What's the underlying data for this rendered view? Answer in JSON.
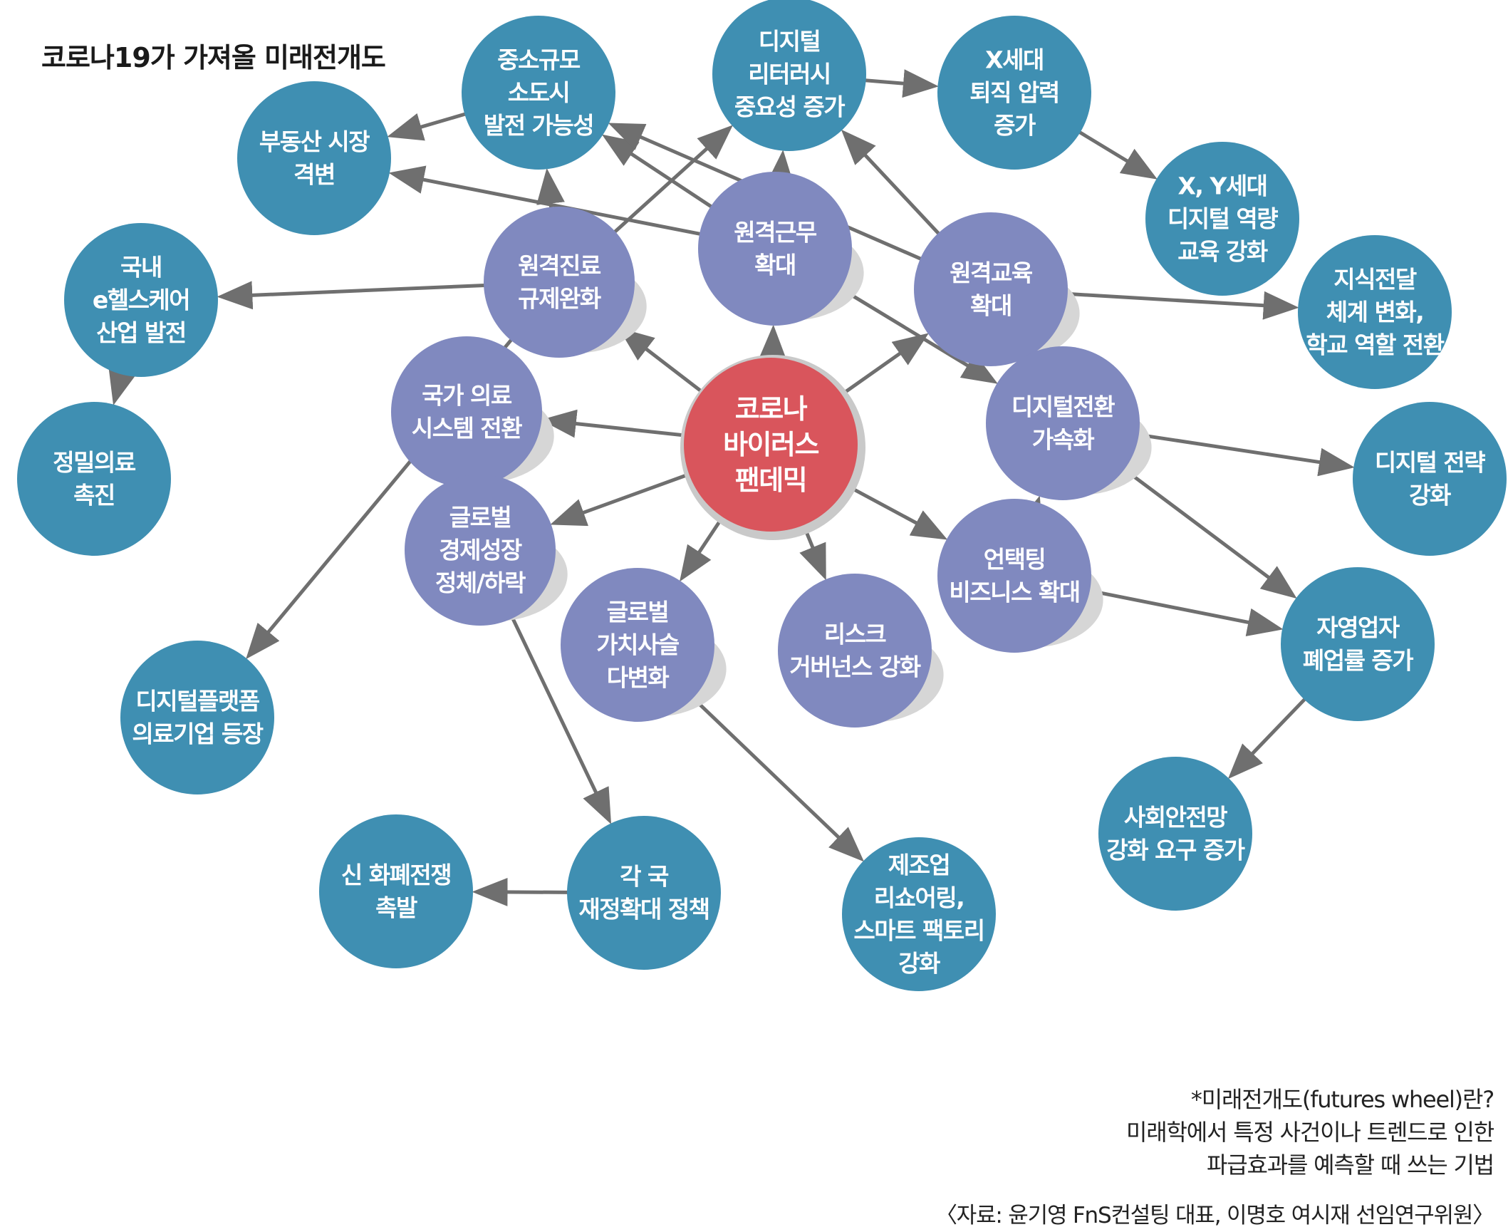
{
  "title": "코로나19가 가져올 미래전개도",
  "colors": {
    "outer_node": "#3f8fb2",
    "inner_node": "#8089bf",
    "center_node": "#d9555c",
    "arrow": "#6f6f6f",
    "node_text": "#ffffff"
  },
  "nodes": {
    "center": {
      "type": "center",
      "lines": [
        "코로나",
        "바이러스",
        "팬데믹"
      ]
    },
    "remote_medical": {
      "type": "inner",
      "lines": [
        "원격진료",
        "규제완화"
      ]
    },
    "remote_work": {
      "type": "inner",
      "lines": [
        "원격근무",
        "확대"
      ]
    },
    "remote_edu": {
      "type": "inner",
      "lines": [
        "원격교육",
        "확대"
      ]
    },
    "national_medical": {
      "type": "inner",
      "lines": [
        "국가 의료",
        "시스템 전환"
      ]
    },
    "global_econ": {
      "type": "inner",
      "lines": [
        "글로벌",
        "경제성장",
        "정체/하락"
      ]
    },
    "global_value": {
      "type": "inner",
      "lines": [
        "글로벌",
        "가치사슬",
        "다변화"
      ]
    },
    "risk_gov": {
      "type": "inner",
      "lines": [
        "리스크",
        "거버넌스 강화"
      ]
    },
    "untact": {
      "type": "inner",
      "lines": [
        "언택팅",
        "비즈니스 확대"
      ]
    },
    "digital_transform": {
      "type": "inner",
      "lines": [
        "디지털전환",
        "가속화"
      ]
    },
    "realestate": {
      "type": "outer",
      "lines": [
        "부동산 시장",
        "격변"
      ]
    },
    "small_city": {
      "type": "outer",
      "lines": [
        "중소규모",
        "소도시",
        "발전 가능성"
      ]
    },
    "digital_literacy": {
      "type": "outer",
      "lines": [
        "디지털",
        "리터러시",
        "중요성 증가"
      ]
    },
    "gen_x": {
      "type": "outer",
      "lines": [
        "X세대",
        "퇴직 압력",
        "증가"
      ]
    },
    "gen_xy": {
      "type": "outer",
      "lines": [
        "X, Y세대",
        "디지털 역량",
        "교육 강화"
      ]
    },
    "ehealth": {
      "type": "outer",
      "lines": [
        "국내",
        "e헬스케어",
        "산업 발전"
      ]
    },
    "knowledge": {
      "type": "outer",
      "lines": [
        "지식전달",
        "체계 변화,",
        "학교 역할 전환"
      ]
    },
    "precision": {
      "type": "outer",
      "lines": [
        "정밀의료",
        "촉진"
      ]
    },
    "digital_strategy": {
      "type": "outer",
      "lines": [
        "디지털 전략",
        "강화"
      ]
    },
    "platform_medical": {
      "type": "outer",
      "lines": [
        "디지털플랫폼",
        "의료기업 등장"
      ]
    },
    "self_employed": {
      "type": "outer",
      "lines": [
        "자영업자",
        "폐업률 증가"
      ]
    },
    "social_safety": {
      "type": "outer",
      "lines": [
        "사회안전망",
        "강화 요구 증가"
      ]
    },
    "currency_war": {
      "type": "outer",
      "lines": [
        "신 화폐전쟁",
        "촉발"
      ]
    },
    "fiscal": {
      "type": "outer",
      "lines": [
        "각 국",
        "재정확대 정책"
      ]
    },
    "reshoring": {
      "type": "outer",
      "lines": [
        "제조업",
        "리쇼어링,",
        "스마트 팩토리",
        "강화"
      ]
    }
  },
  "edges": [
    [
      "center",
      "remote_medical"
    ],
    [
      "center",
      "remote_work"
    ],
    [
      "center",
      "remote_edu"
    ],
    [
      "center",
      "national_medical"
    ],
    [
      "center",
      "global_econ"
    ],
    [
      "center",
      "global_value"
    ],
    [
      "center",
      "risk_gov"
    ],
    [
      "center",
      "untact"
    ],
    [
      "remote_medical",
      "small_city"
    ],
    [
      "remote_medical",
      "digital_literacy"
    ],
    [
      "remote_medical",
      "ehealth"
    ],
    [
      "remote_medical",
      "platform_medical"
    ],
    [
      "remote_work",
      "small_city"
    ],
    [
      "remote_work",
      "realestate"
    ],
    [
      "remote_work",
      "digital_literacy"
    ],
    [
      "remote_work",
      "digital_transform"
    ],
    [
      "remote_edu",
      "small_city"
    ],
    [
      "remote_edu",
      "digital_literacy"
    ],
    [
      "remote_edu",
      "knowledge"
    ],
    [
      "small_city",
      "realestate"
    ],
    [
      "digital_literacy",
      "gen_x"
    ],
    [
      "gen_x",
      "gen_xy"
    ],
    [
      "ehealth",
      "precision"
    ],
    [
      "untact",
      "digital_transform"
    ],
    [
      "untact",
      "self_employed"
    ],
    [
      "digital_transform",
      "digital_strategy"
    ],
    [
      "digital_transform",
      "self_employed"
    ],
    [
      "self_employed",
      "social_safety"
    ],
    [
      "global_econ",
      "fiscal"
    ],
    [
      "fiscal",
      "currency_war"
    ],
    [
      "global_value",
      "reshoring"
    ]
  ],
  "note": [
    "*미래전개도(futures wheel)란?",
    "미래학에서 특정 사건이나 트렌드로 인한",
    "파급효과를 예측할 때 쓰는 기법"
  ],
  "source": "〈자료: 윤기영 FnS컨설팅 대표, 이명호 여시재 선임연구위원〉"
}
